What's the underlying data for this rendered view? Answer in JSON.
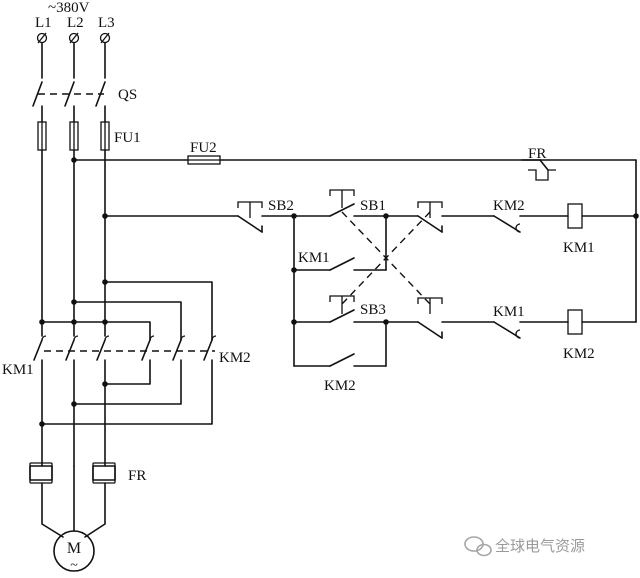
{
  "supply": {
    "voltage": "~380V",
    "phases": [
      "L1",
      "L2",
      "L3"
    ]
  },
  "power_circuit": {
    "main_switch": "QS",
    "main_fuse": "FU1",
    "forward_contactor": "KM1",
    "reverse_contactor": "KM2",
    "overload_relay": "FR",
    "motor": {
      "symbol": "M",
      "type": "~"
    }
  },
  "control_circuit": {
    "control_fuse": "FU2",
    "overload_contact": "FR",
    "stop_button": "SB2",
    "forward_button": "SB1",
    "reverse_button": "SB3",
    "rung1": {
      "self_hold": "KM1",
      "interlock": "KM2",
      "coil": "KM1"
    },
    "rung2": {
      "self_hold": "KM2",
      "interlock": "KM1",
      "coil": "KM2"
    }
  },
  "watermark": {
    "text": "全球电气资源"
  }
}
